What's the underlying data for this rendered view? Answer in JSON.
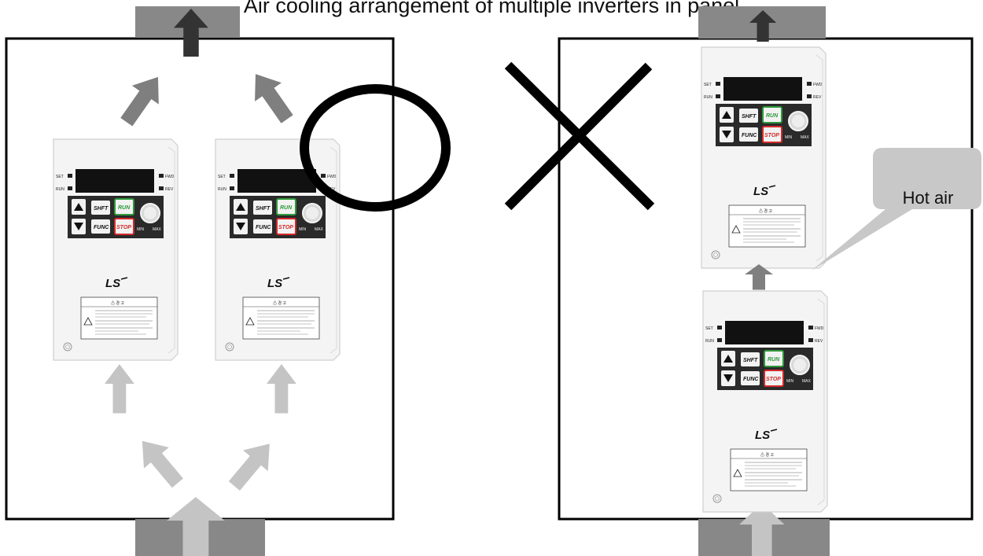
{
  "header_text": "Air cooling arrangement of multiple inverters in panel",
  "callout": {
    "text": "Hot air"
  },
  "good_mark": {
    "icon": "circle-icon",
    "meaning": "correct"
  },
  "bad_mark": {
    "icon": "cross-icon",
    "meaning": "incorrect"
  },
  "inverter": {
    "brand": "LS",
    "keys": {
      "shift": "SHFT",
      "func": "FUNC",
      "run": "RUN",
      "stop": "STOP"
    },
    "leds": {
      "set": "SET",
      "run": "RUN",
      "fwd": "FWD",
      "rev": "REV"
    },
    "pot": {
      "min": "MIN",
      "max": "MAX"
    },
    "warning_title": "⚠ 경 고"
  },
  "colors": {
    "hot_arrow": "#7f7f7f",
    "cool_arrow": "#c4c4c4",
    "exhaust_arrow": "#333333",
    "vent": "#888888",
    "run_key": "#2e9a3a",
    "stop_key": "#d42a2a"
  }
}
